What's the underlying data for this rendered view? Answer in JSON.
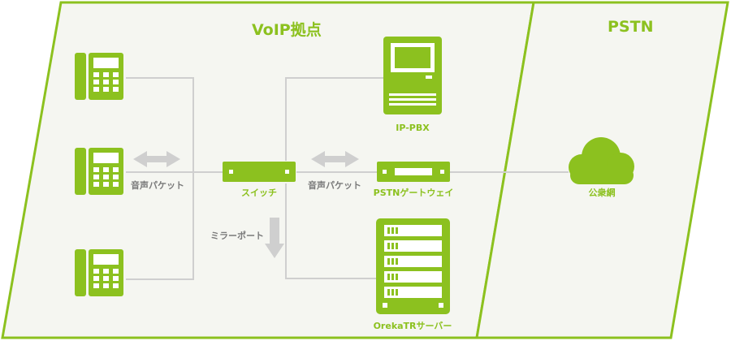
{
  "zones": {
    "voip_title": "VoIP拠点",
    "pstn_title": "PSTN"
  },
  "devices": {
    "ip_pbx": "IP-PBX",
    "switch": "スイッチ",
    "pstn_gateway": "PSTNゲートウェイ",
    "oreka_server": "OrekaTRサーバー",
    "public_network": "公衆網"
  },
  "annotations": {
    "voice_packet_left": "音声パケット",
    "voice_packet_right": "音声パケット",
    "mirror_port": "ミラーポート"
  },
  "colors": {
    "accent": "#8cc11f",
    "zone_fill": "#f5f6f1",
    "line": "#cfcfcf",
    "arrow": "#cfcfcf",
    "label_gray": "#7a7a7a"
  }
}
